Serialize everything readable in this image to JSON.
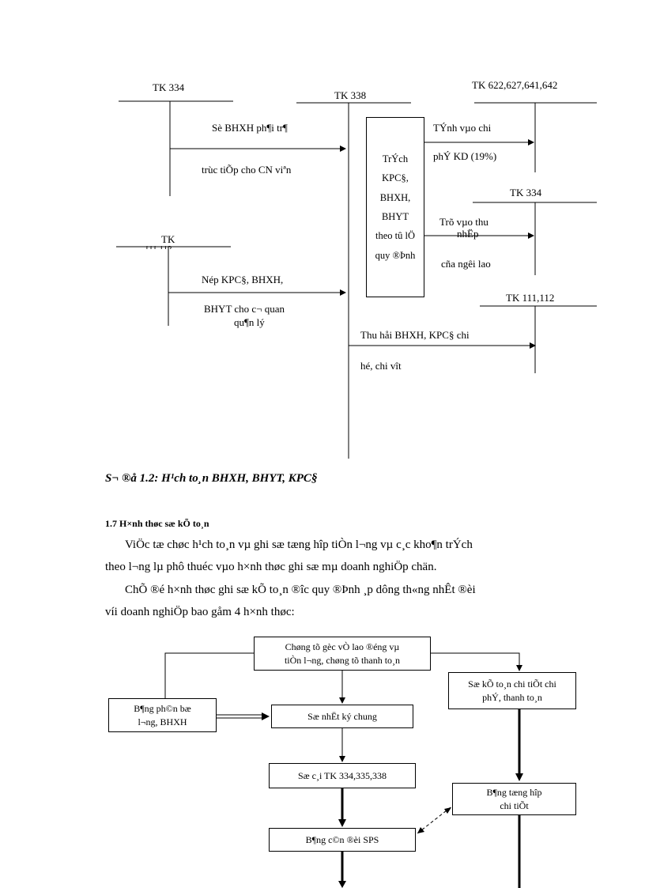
{
  "diagram1": {
    "tk334_left": "TK 334",
    "tk338": "TK 338",
    "tk622": "TK 622,627,641,642",
    "tk334_right": "TK 334",
    "tk111_left": "TK",
    "tk111_left_sub": "111,112",
    "tk111_right": "TK 111,112",
    "arrow1_line1": "Sè BHXH ph¶i tr¶",
    "arrow1_line2": "trùc tiÕp cho CN viªn",
    "arrow2_line1": "Nép KPC§, BHXH,",
    "arrow2_line2": "BHYT cho c¬ quan",
    "arrow2_line3": "qu¶n lý",
    "center_box": "TrÝch\nKPC§,\nBHXH,\nBHYT\ntheo tû lÖ\nquy ®Þnh",
    "right1_line1": "TÝnh vµo chi",
    "right1_line2": "phÝ KD (19%)",
    "right2_line1": "Trõ vµo thu",
    "right2_line2": "nhËp",
    "right2_line3": "cña ng­êi lao",
    "right3_line1": "Thu håi BHXH, KPC§ chi",
    "right3_line2": "hé, chi vît"
  },
  "caption": "S¬ ®å 1.2:  H¹ch to¸n BHXH, BHYT, KPC§",
  "section_heading": "1.7 H×nh thøc sæ kÕ to¸n",
  "paragraph1_line1": "ViÖc tæ chøc h¹ch to¸n vµ ghi sæ tæng hîp tiÒn l­¬ng  vµ c¸c kho¶n trÝch",
  "paragraph1_line2": "theo l­¬ng  lµ phô thuéc vµo h×nh thøc ghi sæ mµ doanh nghiÖp chän.",
  "paragraph2_line1": "ChÕ ®é h×nh thøc ghi sæ kÕ to¸n ®­îc  quy ®Þnh ¸p dông th«ng nhÊt ®èi",
  "paragraph2_line2": "víi doanh nghiÖp bao gåm 4 h×nh thøc:",
  "diagram2": {
    "top_box": "Chøng tõ gèc vÒ lao ®éng vµ\ntiÒn l­¬ng,  chøng tõ thanh to¸n",
    "left_box": "B¶ng ph©n bæ\nl­¬ng,  BHXH",
    "journal_box": "Sæ nhËt ký chung",
    "detail_box": "Sæ kÕ to¸n chi tiÕt chi\nphÝ, thanh to¸n",
    "ledger_box": "Sæ c¸i TK 334,335,338",
    "summary_box": "B¶ng tæng hîp\nchi tiÕt",
    "balance_box": "B¶ng c©n ®èi SPS"
  }
}
